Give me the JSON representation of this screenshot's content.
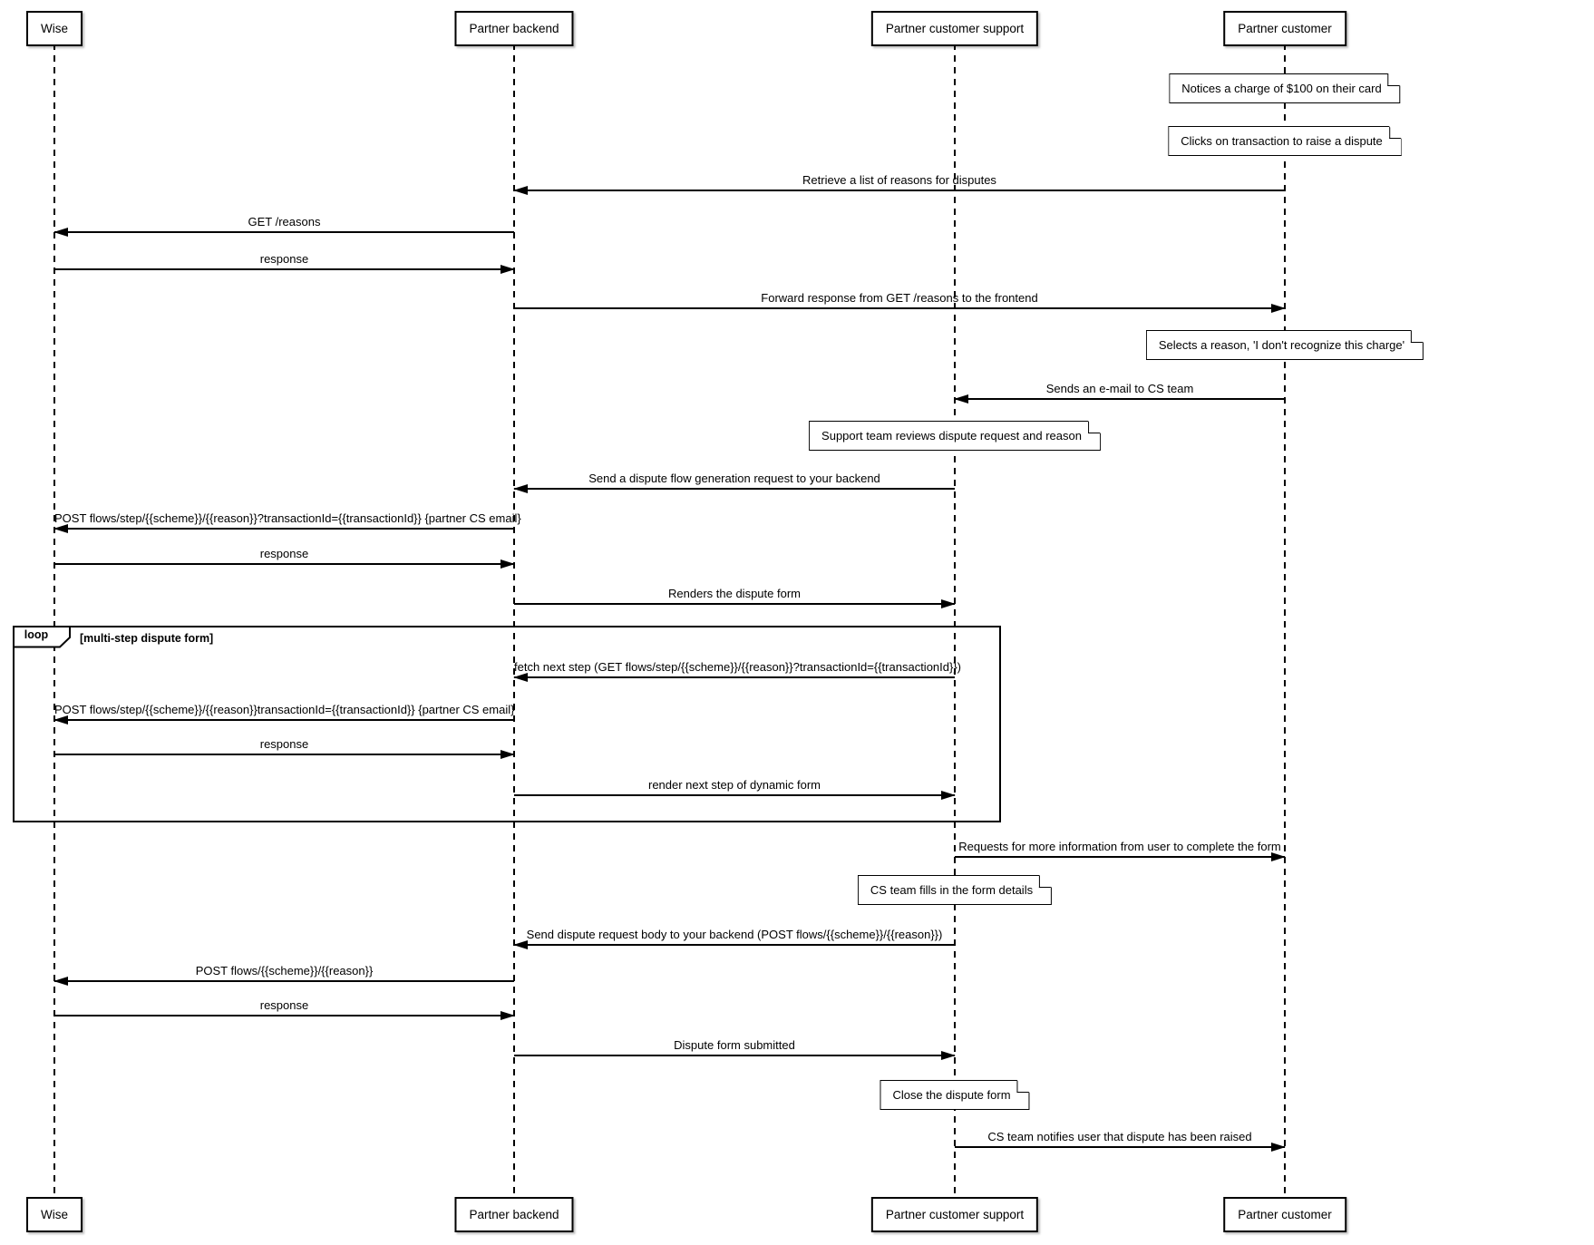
{
  "colors": {
    "line": "#000000",
    "background": "#ffffff"
  },
  "actors": [
    {
      "label": "Wise"
    },
    {
      "label": "Partner backend"
    },
    {
      "label": "Partner customer support"
    },
    {
      "label": "Partner customer"
    }
  ],
  "loop": {
    "keyword": "loop",
    "condition": "[multi-step dispute form]"
  },
  "notes": [
    {
      "text": "Notices a charge of $100 on their card",
      "over": "Partner customer"
    },
    {
      "text": "Clicks on transaction to raise a dispute",
      "over": "Partner customer"
    },
    {
      "text": "Selects a reason, 'I don't recognize this charge'",
      "over": "Partner customer"
    },
    {
      "text": "Support team reviews dispute request and reason",
      "over": "Partner customer support"
    },
    {
      "text": "CS team fills in the form details",
      "over": "Partner customer support"
    },
    {
      "text": "Close the dispute form",
      "over": "Partner customer support"
    }
  ],
  "messages": [
    {
      "text": "Retrieve a list of reasons for disputes",
      "from": "Partner customer",
      "to": "Partner backend"
    },
    {
      "text": "GET /reasons",
      "from": "Partner backend",
      "to": "Wise"
    },
    {
      "text": "response",
      "from": "Wise",
      "to": "Partner backend"
    },
    {
      "text": "Forward response from GET /reasons to the frontend",
      "from": "Partner backend",
      "to": "Partner customer"
    },
    {
      "text": "Sends an e-mail to CS team",
      "from": "Partner customer",
      "to": "Partner customer support"
    },
    {
      "text": "Send a dispute flow generation request to your backend",
      "from": "Partner customer support",
      "to": "Partner backend"
    },
    {
      "text": "POST flows/step/{{scheme}}/{{reason}}?transactionId={{transactionId}} {partner CS email}",
      "from": "Partner backend",
      "to": "Wise"
    },
    {
      "text": "response",
      "from": "Wise",
      "to": "Partner backend"
    },
    {
      "text": "Renders the dispute form",
      "from": "Partner backend",
      "to": "Partner customer support"
    },
    {
      "text": "fetch next step (GET flows/step/{{scheme}}/{{reason}}?transactionId={{transactionId}})",
      "from": "Partner customer support",
      "to": "Partner backend"
    },
    {
      "text": "POST flows/step/{{scheme}}/{{reason}}transactionId={{transactionId}} {partner CS email}",
      "from": "Partner backend",
      "to": "Wise"
    },
    {
      "text": "response",
      "from": "Wise",
      "to": "Partner backend"
    },
    {
      "text": "render next step of dynamic form",
      "from": "Partner backend",
      "to": "Partner customer support"
    },
    {
      "text": "Requests for more information from user to complete the form",
      "from": "Partner customer support",
      "to": "Partner customer"
    },
    {
      "text": "Send dispute request body to your backend (POST flows/{{scheme}}/{{reason}})",
      "from": "Partner customer support",
      "to": "Partner backend"
    },
    {
      "text": "POST flows/{{scheme}}/{{reason}}",
      "from": "Partner backend",
      "to": "Wise"
    },
    {
      "text": "response",
      "from": "Wise",
      "to": "Partner backend"
    },
    {
      "text": "Dispute form submitted",
      "from": "Partner backend",
      "to": "Partner customer support"
    },
    {
      "text": "CS team notifies user that dispute has been raised",
      "from": "Partner customer support",
      "to": "Partner customer"
    }
  ]
}
